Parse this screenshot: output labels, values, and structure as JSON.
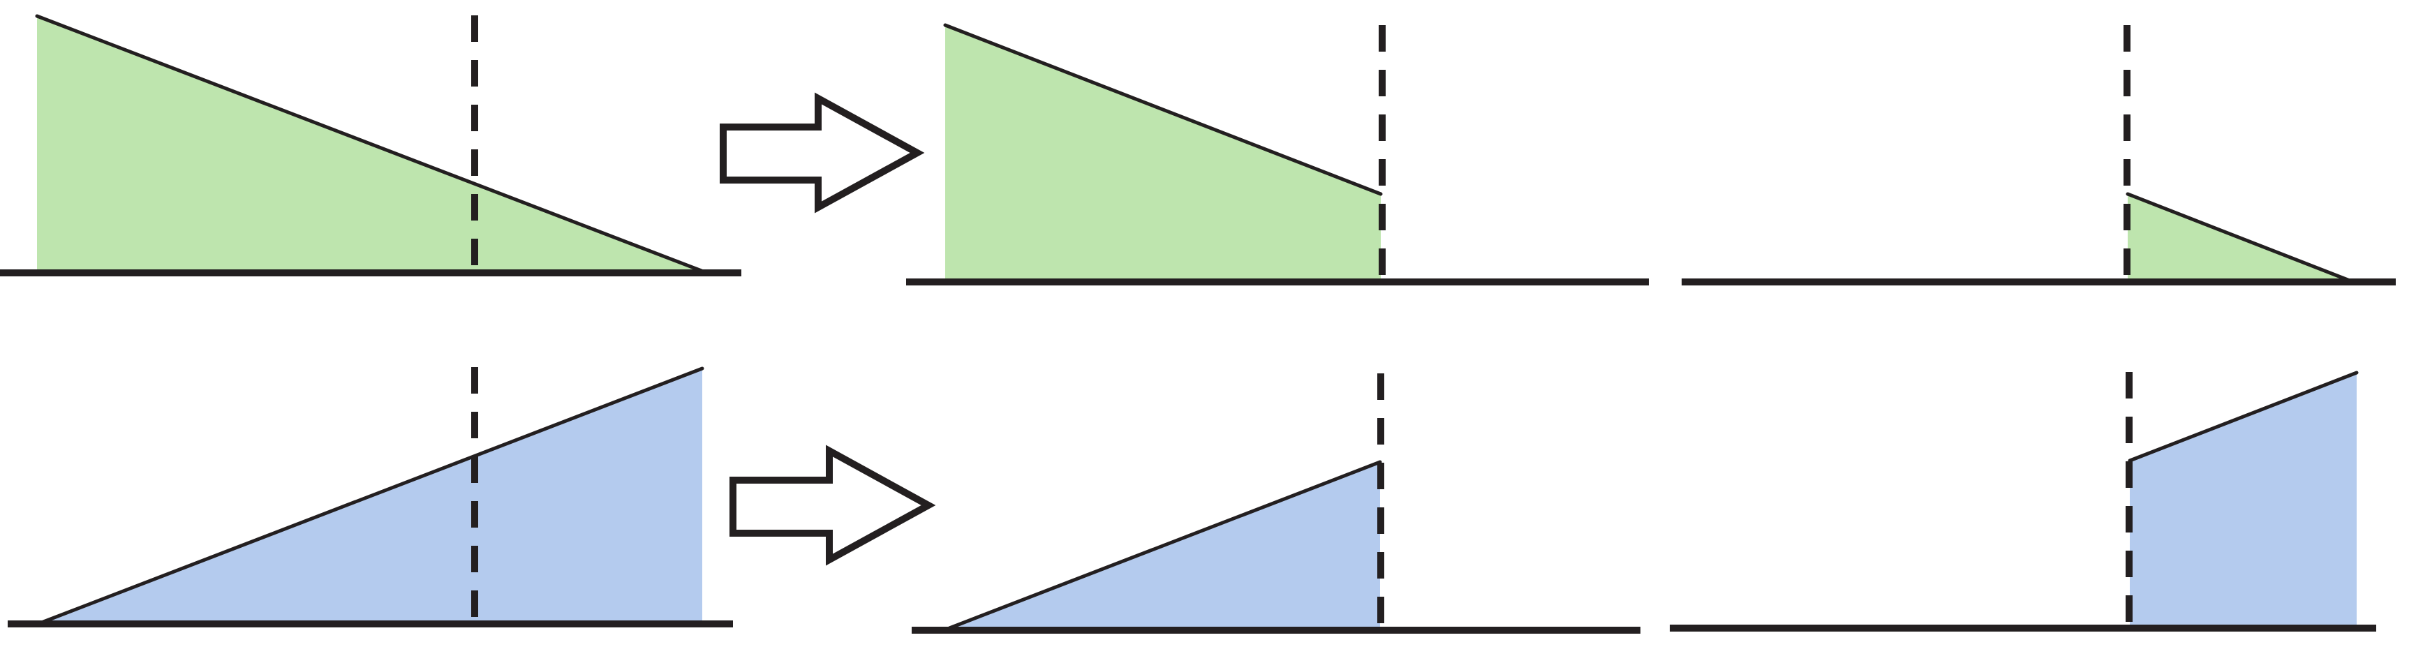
{
  "colors": {
    "top_fill": "#bee5ae",
    "bottom_fill": "#b4cbee",
    "line": "#231f20",
    "arrow_fill": "#ffffff"
  },
  "rows": [
    {
      "name": "decreasing-triangle",
      "fill": "#bee5ae",
      "panels": [
        "whole",
        "left-part",
        "right-part"
      ]
    },
    {
      "name": "increasing-triangle",
      "fill": "#b4cbee",
      "panels": [
        "whole",
        "left-part",
        "right-part"
      ]
    }
  ]
}
